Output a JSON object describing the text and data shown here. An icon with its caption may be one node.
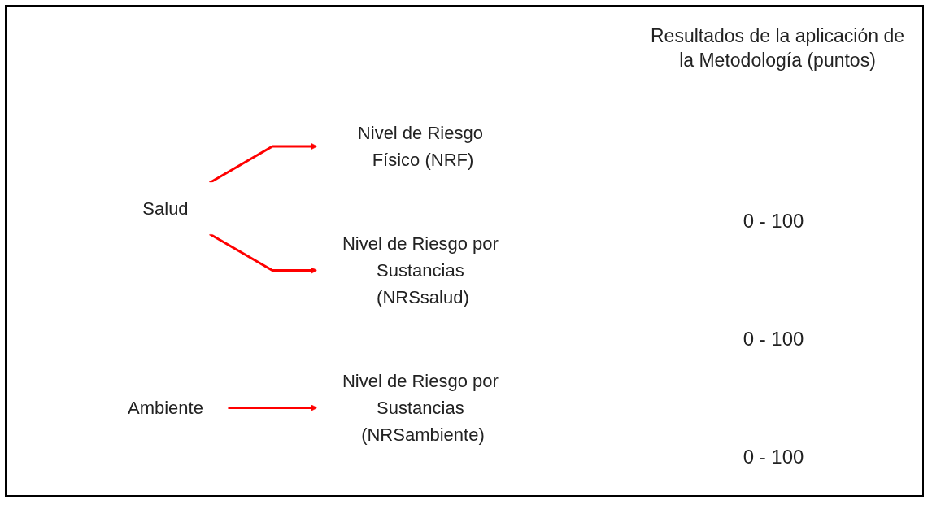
{
  "diagram": {
    "nodes": [
      {
        "text": [
          "Salud"
        ]
      },
      {
        "text": [
          "Nivel de Riesgo Físico (NRF)"
        ]
      },
      {
        "text": [
          "Nivel de Riesgo por Sustancias (NRSsalud)"
        ]
      },
      {
        "text": [
          "Ambiente"
        ]
      },
      {
        "text": [
          "Nivel de Riesgo por Sustancias (NRSambiente)"
        ]
      }
    ],
    "edges": [
      {
        "from": 0,
        "to": 1,
        "arrow": "to"
      },
      {
        "from": 0,
        "to": 2,
        "arrow": "to"
      },
      {
        "from": 3,
        "to": 4,
        "arrow": "to"
      }
    ],
    "labels": [
      "Resultados de la aplicación de la Metodología (puntos)",
      "0 - 100",
      "0 - 100",
      "0 - 100"
    ]
  }
}
